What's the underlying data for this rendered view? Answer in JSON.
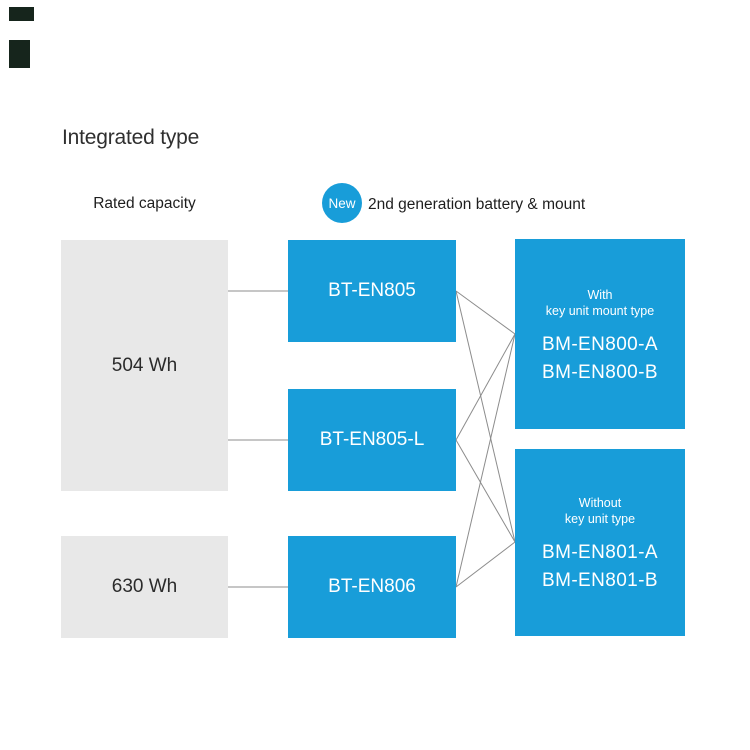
{
  "page_title": "Integrated type",
  "headers": {
    "capacity": "Rated capacity",
    "new_badge": "New",
    "generation": "2nd generation battery & mount"
  },
  "capacities": [
    {
      "label": "504 Wh"
    },
    {
      "label": "630 Wh"
    }
  ],
  "batteries": [
    {
      "label": "BT-EN805"
    },
    {
      "label": "BT-EN805-L"
    },
    {
      "label": "BT-EN806"
    }
  ],
  "mounts": [
    {
      "title": "With",
      "subtitle": "key unit mount type",
      "models": [
        "BM-EN800-A",
        "BM-EN800-B"
      ]
    },
    {
      "title": "Without",
      "subtitle": "key unit type",
      "models": [
        "BM-EN801-A",
        "BM-EN801-B"
      ]
    }
  ],
  "connections": [
    {
      "from": "504 Wh",
      "to": "BT-EN805"
    },
    {
      "from": "504 Wh",
      "to": "BT-EN805-L"
    },
    {
      "from": "630 Wh",
      "to": "BT-EN806"
    },
    {
      "from": "BT-EN805",
      "to": "BM-EN800-A/B"
    },
    {
      "from": "BT-EN805",
      "to": "BM-EN801-A/B"
    },
    {
      "from": "BT-EN805-L",
      "to": "BM-EN800-A/B"
    },
    {
      "from": "BT-EN805-L",
      "to": "BM-EN801-A/B"
    },
    {
      "from": "BT-EN806",
      "to": "BM-EN800-A/B"
    },
    {
      "from": "BT-EN806",
      "to": "BM-EN801-A/B"
    }
  ],
  "colors": {
    "accent_blue": "#189dd9",
    "capacity_gray": "#e8e8e8",
    "line_gray": "#8c8c8c",
    "text_dark": "#2f2f2f",
    "text_white": "#ffffff",
    "corner_mark": "#16251c"
  }
}
